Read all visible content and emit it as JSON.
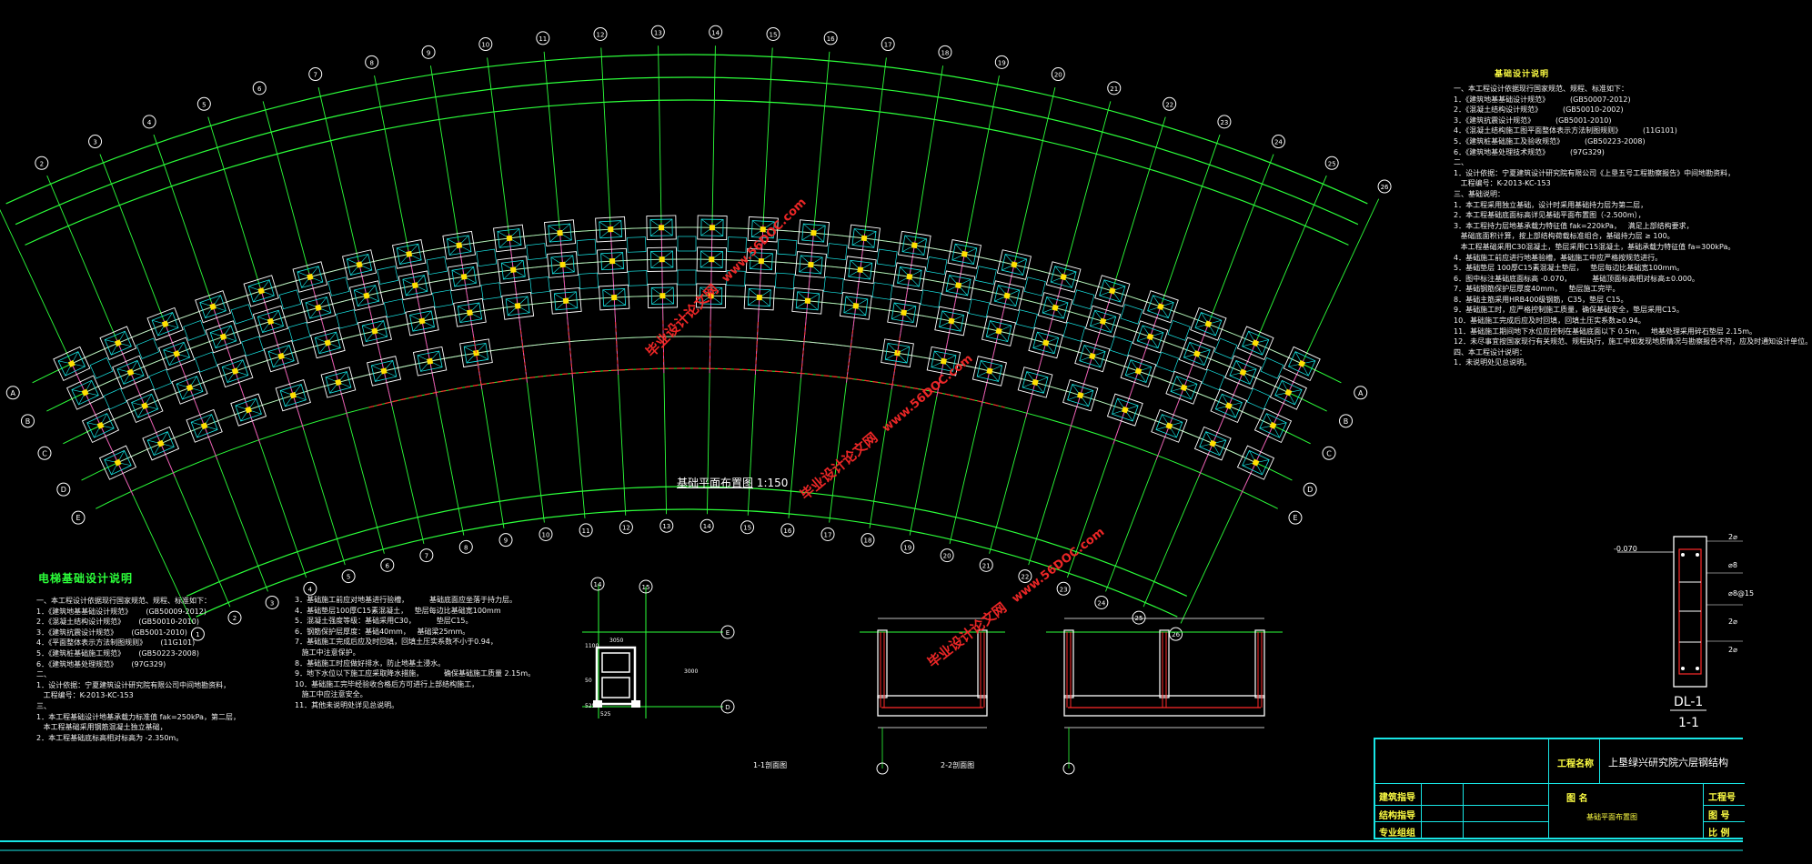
{
  "plan": {
    "title": "基础平面布置图",
    "scale": "1:150",
    "grid_top": [
      "1",
      "2",
      "3",
      "4",
      "5",
      "6",
      "7",
      "8",
      "9",
      "10",
      "11",
      "12",
      "13",
      "14",
      "15",
      "16",
      "17",
      "18",
      "19",
      "20",
      "21",
      "22",
      "23",
      "24",
      "25",
      "26"
    ],
    "row_axes": [
      "A",
      "B",
      "C",
      "D",
      "E"
    ],
    "mid_marker": "B"
  },
  "foundation_notes": {
    "title": "基础设计说明",
    "lines": [
      "一、本工程设计依据现行国家规范、规程、标准如下：",
      "1．《建筑地基基础设计规范》         (GB50007-2012)",
      "2．《混凝土结构设计规范》         (GB50010-2002)",
      "3．《建筑抗震设计规范》         (GB5001-2010)",
      "4．《混凝土结构施工图平面整体表示方法制图规则》         (11G101)",
      "5．《建筑桩基础施工及验收规范》         (GB50223-2008)",
      "6．《建筑地基处理技术规范》         (97G329)",
      "二、",
      "1．设计依据：宁夏建筑设计研究院有限公司《上垦五号工程勘察报告》中间地勘资料，",
      "   工程编号：K-2013-KC-153",
      "三、基础说明：",
      "1．本工程采用独立基础，设计时采用基础持力层为第二层，",
      "2．本工程基础底面标高详见基础平面布置图（-2.500m），",
      "3．本工程持力层地基承载力特征值 fak=220kPa，   满足上部结构要求，",
      "   基础底面积计算，按上部结构荷载标准组合，基础持力层 ≥ 100。",
      "   本工程基础采用C30混凝土，垫层采用C15混凝土，基础承载力特征值 fa=300kPa。",
      "4．基础施工前应进行地基验槽，基础施工中应严格按规范进行。",
      "5．基础垫层 100厚C15素混凝土垫层，   垫层每边比基础宽100mm。",
      "6．图中标注基础底面标高 -0.070，         基础顶面标高相对标高±0.000。",
      "7．基础钢筋保护层厚度40mm，   垫层施工完毕。",
      "8．基础主筋采用HRB400级钢筋，C35，垫层 C15。",
      "9．基础施工时，应严格控制施工质量，确保基础安全，垫层采用C15。",
      "10．基础施工完成后应及时回填，回填土压实系数≥0.94。",
      "11．基础施工期间地下水位应控制在基础底面以下 0.5m，   地基处理采用碎石垫层 2.15m。",
      "12．未尽事宜按国家现行有关规范、规程执行，施工中如发现地质情况与勘察报告不符，应及时通知设计单位。",
      "四、本工程设计说明：",
      "1．未说明处见总说明。"
    ]
  },
  "elevator_notes": {
    "title": "电梯基础设计说明",
    "lines": [
      "一、本工程设计依据现行国家规范、规程、标准如下：",
      "1．《建筑地基基础设计规范》      (GB50009-2012)",
      "2．《混凝土结构设计规范》      (GB50010-2010)",
      "3．《建筑抗震设计规范》      (GB5001-2010)",
      "4．《平面整体表示方法制图规则》      (11G101)",
      "5．《建筑桩基础施工规范》      (GB50223-2008)",
      "6．《建筑地基处理规范》      (97G329)",
      "二、",
      "1．设计依据：宁夏建筑设计研究院有限公司中间地勘资料，",
      "   工程编号：K-2013-KC-153",
      "三、",
      "1．本工程基础设计地基承载力标准值 fak=250kPa，第二层，",
      "   本工程基础采用钢筋混凝土独立基础，",
      "2．本工程基础底标高相对标高为 -2.350m。"
    ],
    "lines2": [
      "3．基础施工前应对地基进行验槽，         基础底面应坐落于持力层。",
      "4．基础垫层100厚C15素混凝土，   垫层每边比基础宽100mm",
      "5．混凝土强度等级：基础采用C30，         垫层C15。",
      "6．钢筋保护层厚度：基础40mm，   基础梁25mm。",
      "7．基础施工完成后应及时回填，回填土压实系数不小于0.94，",
      "   施工中注意保护。",
      "8．基础施工时应做好排水，防止地基土浸水。",
      "9．地下水位以下施工应采取降水措施，         确保基础施工质量 2.15m。",
      "10．基础施工完毕经验收合格后方可进行上部结构施工，",
      "   施工中应注意安全。",
      "11．其他未说明处详见总说明。"
    ]
  },
  "elevator_pit": {
    "axes": [
      "14",
      "15",
      "E",
      "D"
    ],
    "dims": [
      "3050",
      "3000",
      "1100",
      "525",
      "525",
      "50"
    ]
  },
  "sections": [
    {
      "label": "1-1剖面图"
    },
    {
      "label": "2-2剖面图"
    }
  ],
  "beam_detail": {
    "elevation": "-0.070",
    "name": "DL-1",
    "section": "1-1",
    "right_marks": [
      "2⌀",
      "⌀8",
      "⌀8@15",
      "2⌀",
      "2⌀"
    ]
  },
  "title_block": {
    "project_label": "工程名称",
    "project_name": "上垦绿兴研究院六层钢结构",
    "drawing_label": "图 名",
    "drawing_name": "基础平面布置图",
    "left_rows": [
      "建筑指导",
      "结构指导",
      "专业组组"
    ],
    "right_rows": [
      "工程号",
      "图 号",
      "比 例"
    ]
  },
  "watermarks": [
    {
      "text": "毕业设计论文网",
      "sub": "www.56DOC.com"
    },
    {
      "text": "毕业设计论文网",
      "sub": "www.56DOC.com"
    },
    {
      "text": "毕业设计论文网",
      "sub": "www.56DOC.com"
    }
  ],
  "colors": {
    "background": "#000000",
    "grid_green": "#2cff3a",
    "column_cyan": "#18e6e6",
    "beam_magenta": "#ff40c0",
    "beam_red": "#ff2a2a",
    "footing_white": "#ffffff",
    "title_yellow": "#ffff44"
  }
}
